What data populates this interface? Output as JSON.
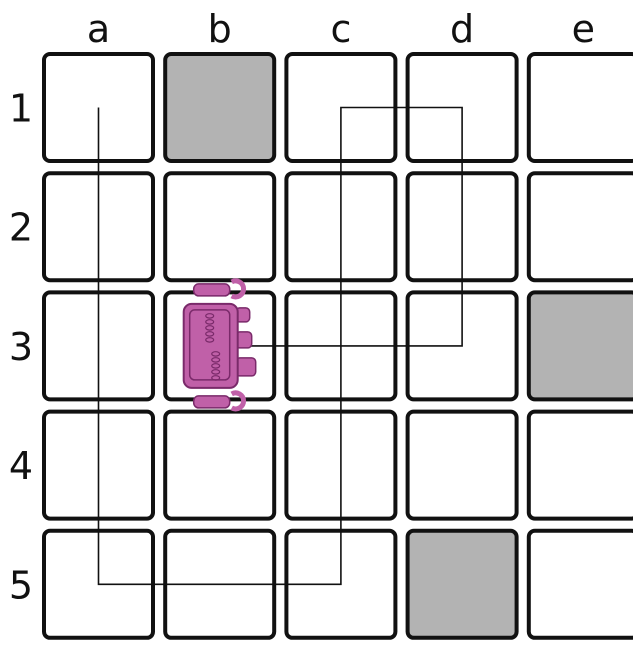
{
  "board": {
    "columns": [
      "a",
      "b",
      "c",
      "d",
      "e"
    ],
    "rows": [
      "1",
      "2",
      "3",
      "4",
      "5"
    ],
    "blocked_cells": [
      "b1",
      "e3",
      "d5"
    ],
    "colors": {
      "cell_fill": "#ffffff",
      "blocked_fill": "#b3b3b3",
      "border": "#111111",
      "robot": "#c060a8",
      "robot_outline": "#7a2a6a"
    }
  },
  "robot": {
    "cell": "b3",
    "icon": "robot-icon"
  },
  "path": {
    "cells": [
      "a1",
      "a5",
      "c5",
      "c1",
      "d1",
      "d3",
      "b3"
    ]
  }
}
